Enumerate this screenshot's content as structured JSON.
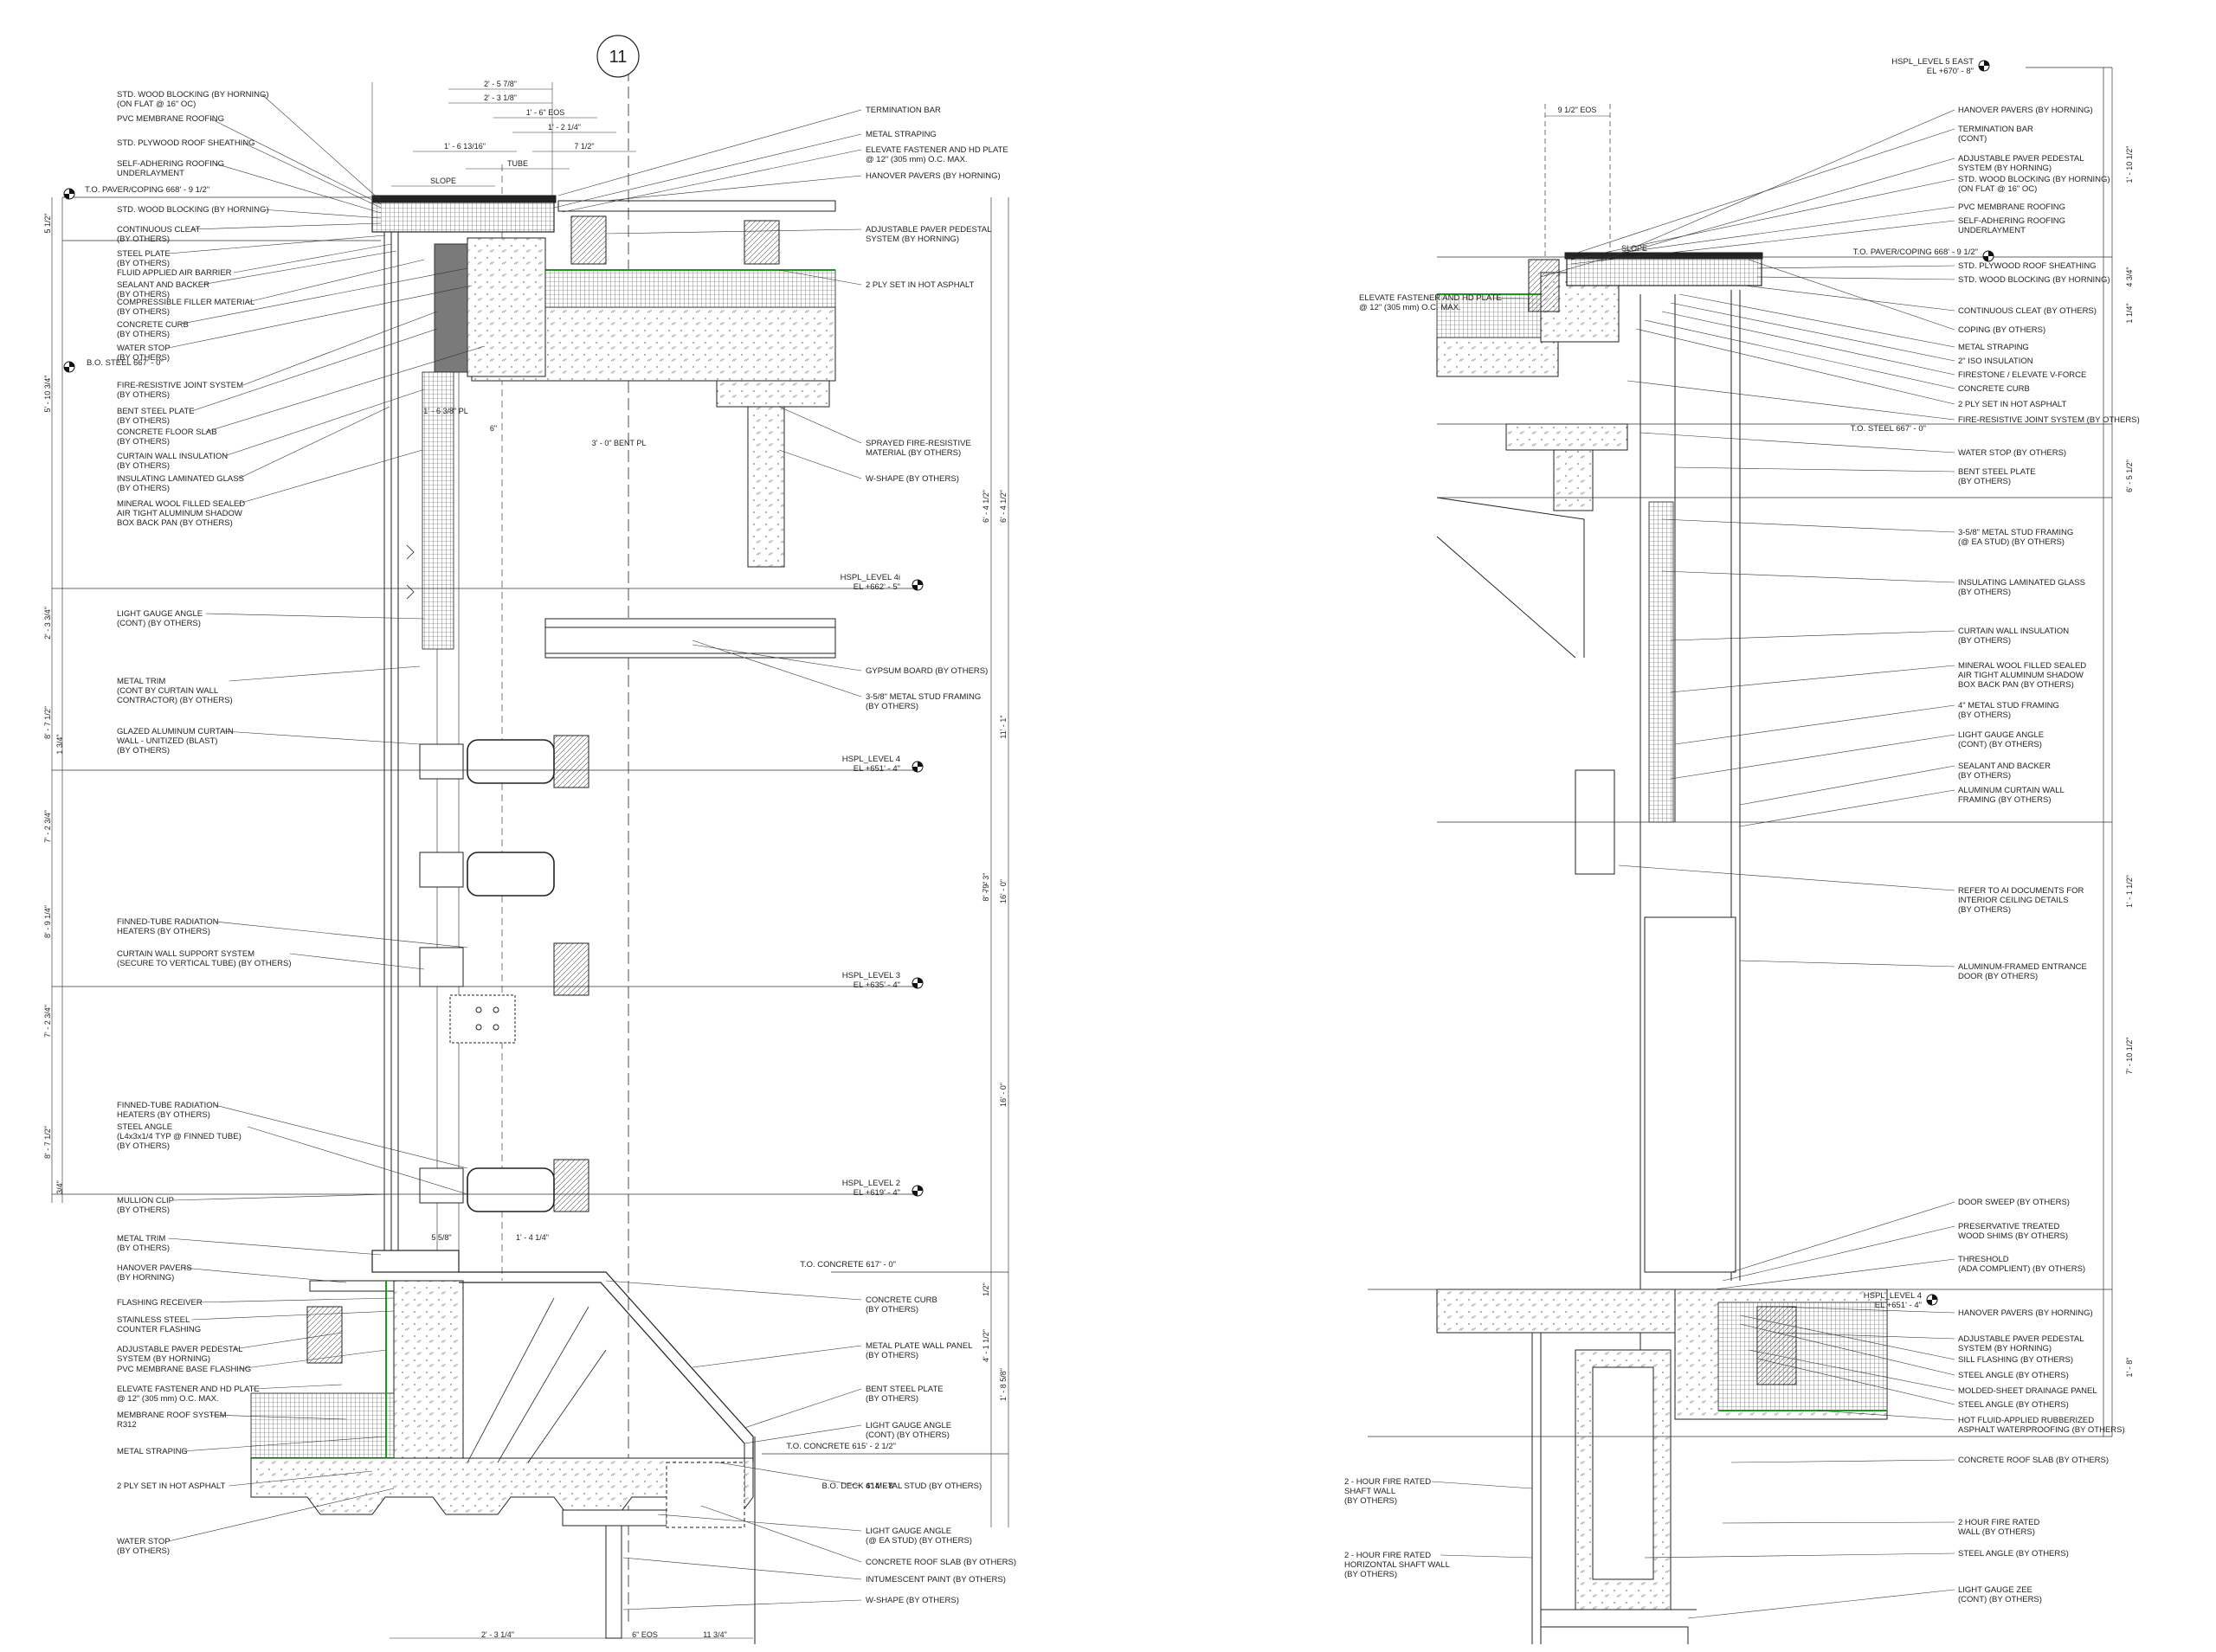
{
  "grid_bubble": "11",
  "left_labels": [
    [
      "STD. WOOD BLOCKING (BY HORNING)",
      "(ON FLAT @ 16\" OC)"
    ],
    [
      "PVC MEMBRANE ROOFING"
    ],
    [
      "STD. PLYWOOD ROOF SHEATHING"
    ],
    [
      "SELF-ADHERING ROOFING",
      "UNDERLAYMENT"
    ],
    [
      "STD. WOOD BLOCKING (BY HORNING)"
    ],
    [
      "CONTINUOUS CLEAT",
      "(BY OTHERS)"
    ],
    [
      "STEEL PLATE",
      "(BY OTHERS)"
    ],
    [
      "FLUID APPLIED AIR BARRIER"
    ],
    [
      "SEALANT AND BACKER",
      "(BY OTHERS)"
    ],
    [
      "COMPRESSIBLE FILLER MATERIAL",
      "(BY OTHERS)"
    ],
    [
      "CONCRETE CURB",
      "(BY OTHERS)"
    ],
    [
      "WATER STOP",
      "(BY OTHERS)"
    ],
    [
      "FIRE-RESISTIVE JOINT SYSTEM",
      "(BY OTHERS)"
    ],
    [
      "BENT STEEL PLATE",
      "(BY OTHERS)"
    ],
    [
      "CONCRETE FLOOR SLAB",
      "(BY OTHERS)"
    ],
    [
      "CURTAIN WALL INSULATION",
      "(BY OTHERS)"
    ],
    [
      "INSULATING LAMINATED GLASS",
      "(BY OTHERS)"
    ],
    [
      "MINERAL WOOL FILLED SEALED",
      "AIR TIGHT ALUMINUM  SHADOW",
      "BOX BACK PAN  (BY OTHERS)"
    ],
    [
      "LIGHT GAUGE ANGLE",
      "(CONT)  (BY OTHERS)"
    ],
    [
      "METAL TRIM",
      "(CONT BY CURTAIN WALL",
      "CONTRACTOR)  (BY OTHERS)"
    ],
    [
      "GLAZED ALUMINUM CURTAIN",
      "WALL - UNITIZED (BLAST)",
      "(BY OTHERS)"
    ],
    [
      "FINNED-TUBE RADIATION",
      "HEATERS (BY OTHERS)"
    ],
    [
      "CURTAIN WALL SUPPORT SYSTEM",
      "(SECURE TO VERTICAL TUBE) (BY OTHERS)"
    ],
    [
      "FINNED-TUBE RADIATION",
      "HEATERS  (BY OTHERS)"
    ],
    [
      "STEEL ANGLE",
      "(L4x3x1/4 TYP @ FINNED TUBE)",
      "(BY OTHERS)"
    ],
    [
      "MULLION CLIP",
      "(BY OTHERS)"
    ],
    [
      "METAL TRIM",
      "(BY OTHERS)"
    ],
    [
      "HANOVER PAVERS",
      "(BY HORNING)"
    ],
    [
      "FLASHING RECEIVER"
    ],
    [
      "STAINLESS STEEL",
      "COUNTER FLASHING"
    ],
    [
      "ADJUSTABLE PAVER PEDESTAL",
      "SYSTEM (BY HORNING)"
    ],
    [
      "PVC MEMBRANE BASE FLASHING"
    ],
    [
      "ELEVATE FASTENER AND HD PLATE",
      "@ 12\" (305 mm) O.C. MAX."
    ],
    [
      "MEMBRANE ROOF SYSTEM",
      "R312"
    ],
    [
      "METAL STRAPING"
    ],
    [
      "2 PLY SET IN HOT ASPHALT"
    ],
    [
      "WATER STOP",
      "(BY OTHERS)"
    ]
  ],
  "mid_labels": [
    [
      "TERMINATION BAR"
    ],
    [
      "METAL STRAPING"
    ],
    [
      "ELEVATE FASTENER AND HD PLATE",
      "@ 12\" (305 mm) O.C. MAX."
    ],
    [
      "HANOVER PAVERS (BY HORNING)"
    ],
    [
      "ADJUSTABLE PAVER PEDESTAL",
      "SYSTEM  (BY HORNING)"
    ],
    [
      "2 PLY SET IN HOT ASPHALT"
    ],
    [
      "SPRAYED FIRE-RESISTIVE",
      "MATERIAL  (BY OTHERS)"
    ],
    [
      "W-SHAPE  (BY OTHERS)"
    ],
    [
      "GYPSUM BOARD  (BY OTHERS)"
    ],
    [
      "3-5/8\" METAL STUD FRAMING",
      "(BY OTHERS)"
    ],
    [
      "CONCRETE CURB",
      "(BY OTHERS)"
    ],
    [
      "METAL PLATE WALL PANEL",
      "(BY OTHERS)"
    ],
    [
      "BENT STEEL PLATE",
      "(BY OTHERS)"
    ],
    [
      "LIGHT GAUGE ANGLE",
      "(CONT) (BY OTHERS)"
    ],
    [
      "4\" METAL STUD (BY OTHERS)"
    ],
    [
      "LIGHT GAUGE ANGLE",
      "(@ EA STUD)  (BY OTHERS)"
    ],
    [
      "CONCRETE ROOF SLAB (BY OTHERS)"
    ],
    [
      "INTUMESCENT PAINT  (BY OTHERS)"
    ],
    [
      "W-SHAPE  (BY OTHERS)"
    ]
  ],
  "left_levels": [
    [
      "T.O. PAVER/COPING 668' - 9 1/2\""
    ],
    [
      "B.O. STEEL 667' - 0\""
    ]
  ],
  "left_right_levels": [
    [
      "HSPL_LEVEL 4i",
      "EL +662' - 5\""
    ],
    [
      "HSPL_LEVEL 4",
      "EL +651' - 4\""
    ],
    [
      "HSPL_LEVEL 3",
      "EL +635' - 4\""
    ],
    [
      "HSPL_LEVEL 2",
      "EL +619' - 4\""
    ],
    [
      "T.O. CONCRETE 617' - 0\""
    ],
    [
      "T.O. CONCRETE 615' - 2 1/2\""
    ],
    [
      "B.O. DECK 614' - 8\""
    ]
  ],
  "left_top_dims": [
    "2' - 5 7/8\"",
    "2' - 3 1/8\"",
    "1' - 6\"  EOS",
    "1' - 2 1/4\"",
    "1' - 6 13/16\"",
    "7 1/2\"",
    "SLOPE",
    "TUBE"
  ],
  "left_misc_dims": [
    "1' - 6 3/8\"  PL",
    "6\"",
    "3' - 0\"  BENT PL",
    "5 5/8\"",
    "1' - 4 1/4\"",
    "2' - 3 1/4\"",
    "6\"  EOS",
    "11 3/4\""
  ],
  "left_vert_dims": [
    "5' - 10 3/4\"",
    "2' - 3 3/4\"",
    "8' - 7 1/2\"",
    "1 3/4\"",
    "7' - 2 3/4\"",
    "8' - 9 1/4\"",
    "7' - 2 3/4\"",
    "8' - 7 1/2\"",
    "3/4\"",
    "5 1/2\""
  ],
  "left_right_vert_dims": [
    "6' - 4 1/2\"",
    "6' - 4 1/2\"",
    "11' - 1\"",
    "7' - 3\"",
    "8' - 9\"",
    "16' - 0\"",
    "16' - 0\"",
    "1/2\"",
    "4' - 1 1/2\"",
    "1' - 8 5/8\""
  ],
  "right_labels": [
    [
      "HANOVER PAVERS (BY HORNING)"
    ],
    [
      "TERMINATION BAR",
      "(CONT)"
    ],
    [
      "ADJUSTABLE PAVER PEDESTAL",
      "SYSTEM (BY HORNING)"
    ],
    [
      "STD. WOOD BLOCKING (BY HORNING)",
      "(ON FLAT @ 16\" OC)"
    ],
    [
      "PVC MEMBRANE ROOFING"
    ],
    [
      "SELF-ADHERING ROOFING",
      "UNDERLAYMENT"
    ],
    [
      "STD. PLYWOOD ROOF SHEATHING"
    ],
    [
      "STD. WOOD BLOCKING (BY HORNING)"
    ],
    [
      "CONTINUOUS CLEAT  (BY OTHERS)"
    ],
    [
      "COPING (BY OTHERS)"
    ],
    [
      "METAL STRAPING"
    ],
    [
      "2\" ISO INSULATION"
    ],
    [
      "FIRESTONE / ELEVATE V-FORCE"
    ],
    [
      "CONCRETE CURB"
    ],
    [
      "2 PLY SET IN HOT ASPHALT"
    ],
    [
      "FIRE-RESISTIVE JOINT SYSTEM  (BY OTHERS)"
    ],
    [
      "WATER STOP (BY OTHERS)"
    ],
    [
      "BENT STEEL PLATE",
      "(BY OTHERS)"
    ],
    [
      "3-5/8\" METAL STUD FRAMING",
      "(@ EA STUD)  (BY OTHERS)"
    ],
    [
      "INSULATING LAMINATED GLASS",
      "(BY OTHERS)"
    ],
    [
      "CURTAIN WALL INSULATION",
      "(BY OTHERS)"
    ],
    [
      "MINERAL WOOL FILLED SEALED",
      "AIR TIGHT ALUMINUM  SHADOW",
      "BOX BACK PAN  (BY OTHERS)"
    ],
    [
      "4\" METAL STUD FRAMING",
      "(BY OTHERS)"
    ],
    [
      "LIGHT GAUGE ANGLE",
      "(CONT)  (BY OTHERS)"
    ],
    [
      "SEALANT AND BACKER",
      "(BY OTHERS)"
    ],
    [
      "ALUMINUM CURTAIN WALL",
      "FRAMING  (BY OTHERS)"
    ],
    [
      "REFER TO AI DOCUMENTS FOR",
      "INTERIOR CEILING DETAILS",
      "(BY OTHERS)"
    ],
    [
      "ALUMINUM-FRAMED ENTRANCE",
      "DOOR  (BY OTHERS)"
    ],
    [
      "DOOR SWEEP  (BY OTHERS)"
    ],
    [
      "PRESERVATIVE TREATED",
      "WOOD SHIMS (BY OTHERS)"
    ],
    [
      "THRESHOLD",
      "(ADA COMPLIENT)  (BY OTHERS)"
    ],
    [
      "HANOVER PAVERS (BY HORNING)"
    ],
    [
      "ADJUSTABLE PAVER PEDESTAL",
      "SYSTEM (BY HORNING)"
    ],
    [
      "SILL FLASHING  (BY OTHERS)"
    ],
    [
      "STEEL ANGLE  (BY OTHERS)"
    ],
    [
      "MOLDED-SHEET DRAINAGE PANEL"
    ],
    [
      "STEEL ANGLE  (BY OTHERS)"
    ],
    [
      "HOT FLUID-APPLIED RUBBERIZED",
      "ASPHALT WATERPROOFING  (BY OTHERS)"
    ],
    [
      "CONCRETE ROOF SLAB  (BY OTHERS)"
    ],
    [
      "2 HOUR FIRE RATED",
      "WALL  (BY OTHERS)"
    ],
    [
      "STEEL ANGLE  (BY OTHERS)"
    ],
    [
      "LIGHT GAUGE ZEE",
      "(CONT)  (BY OTHERS)"
    ]
  ],
  "right_left_labels": [
    [
      "ELEVATE FASTENER AND HD PLATE",
      "@ 12\" (305 mm) O.C. MAX."
    ],
    [
      "2 - HOUR FIRE RATED",
      "SHAFT WALL",
      "(BY OTHERS)"
    ],
    [
      "2 - HOUR FIRE RATED",
      "HORIZONTAL SHAFT WALL",
      "(BY OTHERS)"
    ]
  ],
  "right_levels": [
    [
      "HSPL_LEVEL 5 EAST",
      "EL +670' - 8\""
    ],
    [
      "T.O. PAVER/COPING 668' - 9 1/2\""
    ],
    [
      "T.O. STEEL 667' - 0\""
    ],
    [
      "HSPL_LEVEL 4",
      "EL +651' - 4\""
    ]
  ],
  "right_dims": [
    "9 1/2\"  EOS",
    "SLOPE",
    "1' - 10 1/2\"",
    "4 3/4\"",
    "1 1/4\"",
    "6' - 5 1/2\"",
    "1' - 1 1/2\"",
    "7' - 10 1/2\"",
    "1' - 8\""
  ]
}
